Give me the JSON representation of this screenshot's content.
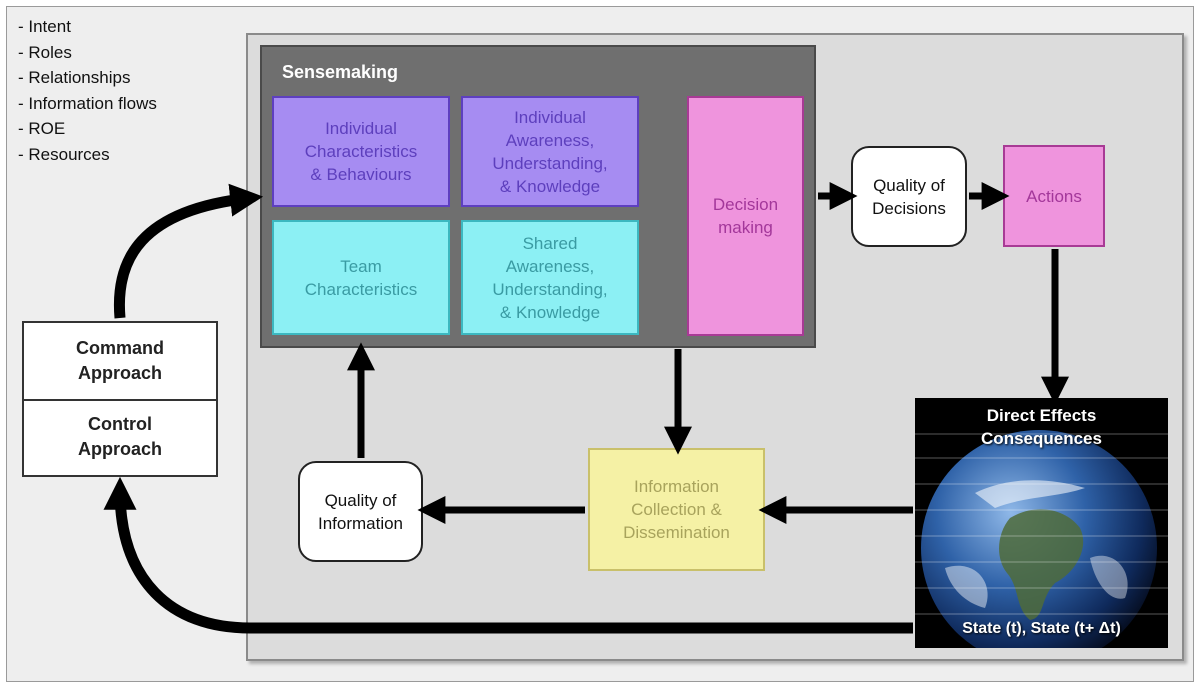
{
  "context_list": [
    "- Intent",
    "- Roles",
    "- Relationships",
    "- Information flows",
    "- ROE",
    "- Resources"
  ],
  "sensemaking": {
    "title": "Sensemaking",
    "individual_characteristics": "Individual\nCharacteristics\n& Behaviours",
    "individual_awareness": "Individual\nAwareness,\nUnderstanding,\n& Knowledge",
    "team_characteristics": "Team\nCharacteristics",
    "shared_awareness": "Shared\nAwareness,\nUnderstanding,\n& Knowledge",
    "decision_making": "Decision\nmaking"
  },
  "quality_of_decisions": "Quality of\nDecisions",
  "actions": "Actions",
  "effects": {
    "title": "Direct Effects\nConsequences",
    "state": "State (t), State (t+ Δt)"
  },
  "information_collection": "Information\nCollection &\nDissemination",
  "quality_of_information": "Quality of\nInformation",
  "approach": {
    "command": "Command\nApproach",
    "control": "Control\nApproach"
  },
  "colors": {
    "individual": "#a68cf2",
    "team": "#8cf0f4",
    "decision": "#ef94dd",
    "information": "#f5f1a5",
    "sensemaking_panel": "#6f6f6f"
  }
}
